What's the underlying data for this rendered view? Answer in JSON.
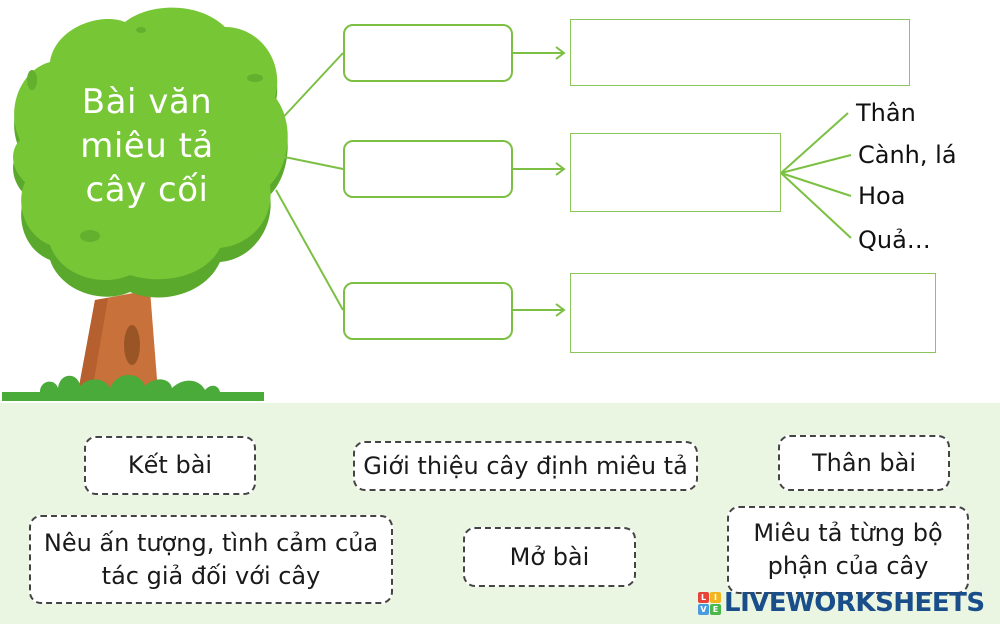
{
  "diagram": {
    "title_lines": [
      "Bài văn",
      "miêu tả",
      "cây cối"
    ],
    "answer_slots": [
      {
        "row": 1,
        "left_slot": "",
        "right_slot": ""
      },
      {
        "row": 2,
        "left_slot": "",
        "right_slot": ""
      },
      {
        "row": 3,
        "left_slot": "",
        "right_slot": ""
      }
    ],
    "sub_parts": [
      "Thân",
      "Cành, lá",
      "Hoa",
      "Quả…"
    ]
  },
  "cards": [
    {
      "id": "ket-bai",
      "text": "Kết bài"
    },
    {
      "id": "gioi-thieu",
      "text": "Giới thiệu cây định miêu tả"
    },
    {
      "id": "than-bai",
      "text": "Thân bài"
    },
    {
      "id": "neu-an-tuong",
      "text": "Nêu ấn tượng, tình cảm của tác giả đối với cây"
    },
    {
      "id": "mo-bai",
      "text": "Mở bài"
    },
    {
      "id": "mieu-ta",
      "text": "Miêu tả từng bộ phận của cây"
    }
  ],
  "brand": {
    "logo_letters": [
      "L",
      "I",
      "V",
      "E"
    ],
    "logo_colors": [
      "#e8433a",
      "#f2b51c",
      "#4a9be0",
      "#4cb84c"
    ],
    "wordmark": "LIVEWORKSHEETS",
    "wordmark_color": "#1a4e8a"
  },
  "colors": {
    "tree_leaf": "#76c636",
    "tree_leaf_shadow": "#5aa82c",
    "trunk": "#c8713a",
    "grass": "#4aaa3a",
    "line_green": "#7cc043",
    "panel_bg": "#eaf6e2"
  }
}
